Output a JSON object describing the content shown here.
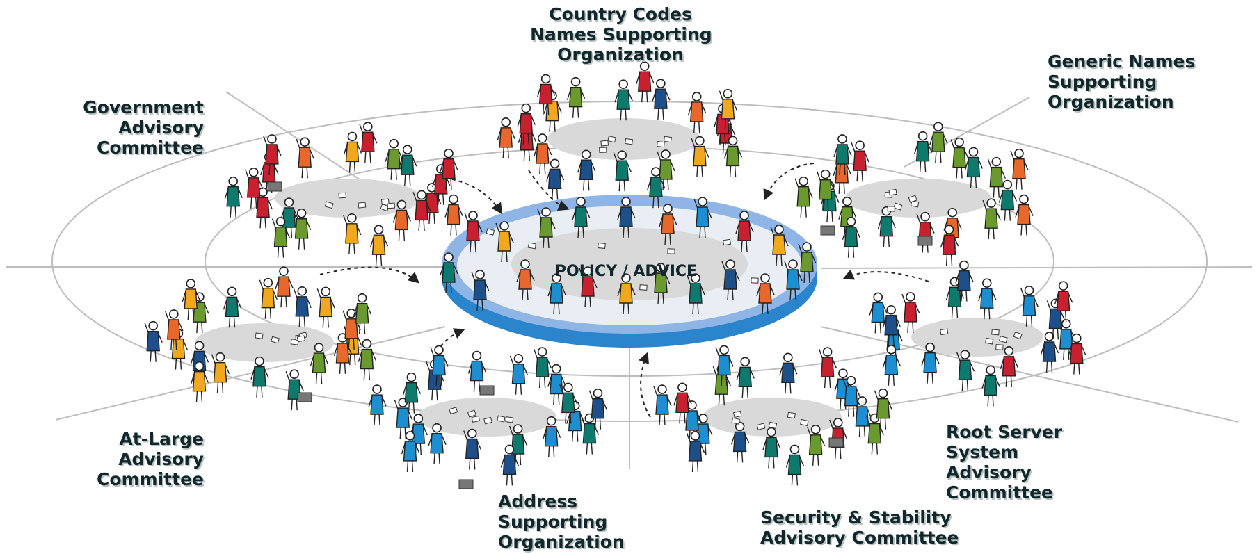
{
  "center_label": "POLICY / ADVICE",
  "groups": {
    "ccnso": {
      "lines": [
        "Country Codes",
        "Names Supporting",
        "Organization"
      ]
    },
    "gnso": {
      "lines": [
        "Generic Names",
        "Supporting",
        "Organization"
      ]
    },
    "gac": {
      "lines": [
        "Government",
        "Advisory",
        "Committee"
      ]
    },
    "alac": {
      "lines": [
        "At-Large",
        "Advisory",
        "Committee"
      ]
    },
    "aso": {
      "lines": [
        "Address",
        "Supporting",
        "Organization"
      ]
    },
    "ssac": {
      "lines": [
        "Security & Stability",
        "Advisory Committee"
      ]
    },
    "rssac": {
      "lines": [
        "Root Server",
        "System",
        "Advisory",
        "Committee"
      ]
    }
  },
  "colors": {
    "red": "#c8202f",
    "orange": "#e8672a",
    "yellow": "#f2a81d",
    "green": "#6a9a2e",
    "teal": "#0e7a6e",
    "navy": "#1d4f8a",
    "blue": "#1b8fd2",
    "table": "#d9d9d9",
    "ring_outer": "#2a85cc",
    "ring_top": "#8fb5e6",
    "ring_inner": "#e8eef3",
    "guide": "#bdbdbd",
    "label_text": "#10282c",
    "label_shadow": "#b9c0c2"
  },
  "icons": [
    "person-figure-icon",
    "document-icon",
    "briefcase-icon",
    "dashed-arrow-icon"
  ]
}
